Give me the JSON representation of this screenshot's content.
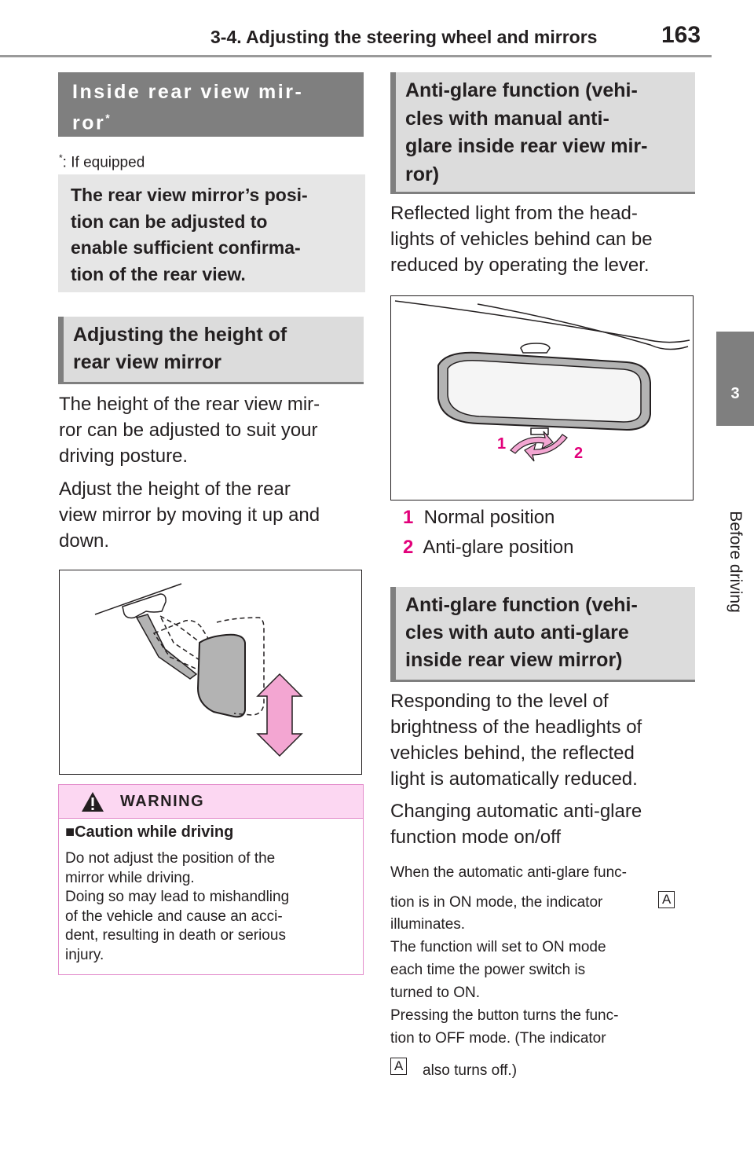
{
  "header": {
    "title": "3-4. Adjusting the steering wheel and mirrors",
    "page_number": "163"
  },
  "side_tab": {
    "number": "3",
    "label": "Before driving"
  },
  "left": {
    "section_title_line1": "Inside rear view mir-",
    "section_title_line2": "ror",
    "section_title_mark": "*",
    "footnote_mark": "*",
    "footnote_text": ": If equipped",
    "lead_lines": [
      "The rear view mirror’s posi-",
      "tion can be adjusted to",
      "enable sufficient confirma-",
      "tion of the rear view."
    ],
    "height_heading_lines": [
      "Adjusting the height of",
      "rear view mirror"
    ],
    "height_para1_lines": [
      "The height of the rear view mir-",
      "ror can be adjusted to suit your",
      "driving posture."
    ],
    "height_para2_lines": [
      "Adjust the height of the rear",
      "view mirror by moving it up and",
      "down."
    ],
    "warning": {
      "title": "WARNING",
      "subtitle": "Caution while driving",
      "bullet": "■",
      "body_lines": [
        "Do not adjust the position of the",
        "mirror while driving.",
        "Doing so may lead to mishandling",
        "of the vehicle and cause an acci-",
        "dent, resulting in death or serious",
        "injury."
      ]
    }
  },
  "right": {
    "manual_heading_lines": [
      "Anti-glare function (vehi-",
      "cles with manual anti-",
      "glare inside rear view mir-",
      "ror)"
    ],
    "manual_para_lines": [
      "Reflected light from the head-",
      "lights of vehicles behind can be",
      "reduced by operating the lever."
    ],
    "figure_labels": [
      "1",
      "2"
    ],
    "legend": [
      {
        "num": "1",
        "text": "Normal position"
      },
      {
        "num": "2",
        "text": "Anti-glare position"
      }
    ],
    "auto_heading_lines": [
      "Anti-glare function (vehi-",
      "cles with auto anti-glare",
      "inside rear view mirror)"
    ],
    "auto_para_lines": [
      "Responding to the level of",
      "brightness of the headlights of",
      "vehicles behind, the reflected",
      "light is automatically reduced."
    ],
    "change_lines": [
      "Changing automatic anti-glare",
      "function mode on/off"
    ],
    "detail_line1": "When the automatic anti-glare func-",
    "detail_line2": "tion is in ON mode, the indicator",
    "badge": "A",
    "detail_lines_rest": [
      "illuminates.",
      "The function will set to ON mode",
      "each time the power switch is",
      "turned to ON.",
      "Pressing the button turns the func-",
      "tion to OFF mode. (The indicator"
    ],
    "detail_last": "also turns off.)"
  },
  "colors": {
    "accent_pink": "#e2007a",
    "heading_gray": "#7f7f7f",
    "warning_bg": "#fcd7f2",
    "arrow_pink": "#f3a6d2"
  }
}
